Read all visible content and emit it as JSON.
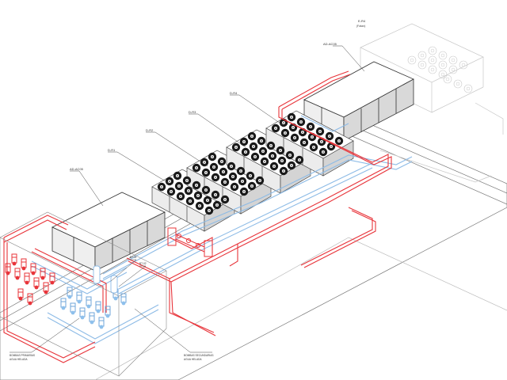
{
  "labels": {
    "chiller_top": "AD-AC05",
    "chiller_top_title": "E-R4",
    "chiller_top_sub": "(Futuro)",
    "chiller_left": "AD-AC05",
    "dc1": "D-R1",
    "dc2": "D-R2",
    "dc3": "D-R3",
    "dc4": "D-R4",
    "bt1": "BT-01",
    "bt2": "BT-02",
    "pump_primary_1": "BOMBAS PRIMARIAS",
    "pump_primary_2": "AGUA HELADA",
    "pump_secondary_1": "BOMBAS SECUNDARIAS",
    "pump_secondary_2": "AGUA HELADA"
  },
  "colors": {
    "supply_pipe": "#e8343a",
    "return_pipe": "#7fb0df",
    "fan": "#1a1a1a",
    "linework": "#555555",
    "faded": "#c8c8c8"
  }
}
